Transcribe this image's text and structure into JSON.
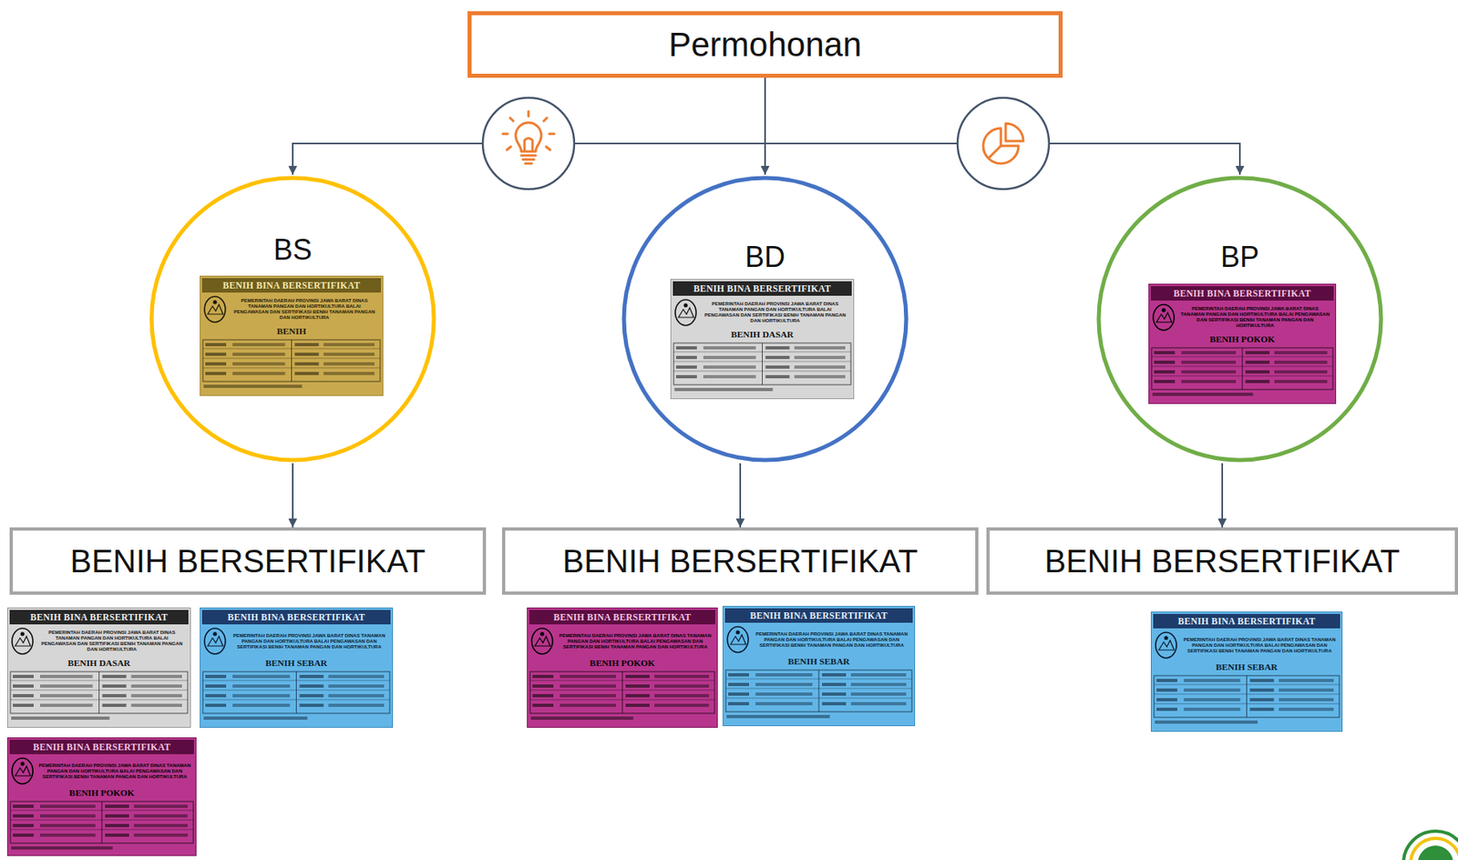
{
  "diagram": {
    "nodes": [
      {
        "text": [
          "Permohonan"
        ]
      },
      {
        "text": [
          "BS"
        ]
      },
      {
        "text": [
          "BENIH BINA BERSERTIFIKAT",
          "PEMERINTAH DAERAH PROVINSI JAWA BARAT DINAS TANAMAN PANGAN DAN HORTIKULTURA BALAI PENGAWASAN DAN SERTIFIKASI BENIH TANAMAN PANGAN DAN HORTIKULTURA",
          "BENIH"
        ],
        "in": 1
      },
      {
        "text": [
          "BD"
        ]
      },
      {
        "text": [
          "BENIH BINA BERSERTIFIKAT",
          "PEMERINTAH DAERAH PROVINSI JAWA BARAT DINAS TANAMAN PANGAN DAN HORTIKULTURA BALAI PENGAWASAN DAN SERTIFIKASI BENIH TANAMAN PANGAN DAN HORTIKULTURA",
          "BENIH DASAR"
        ],
        "in": 3
      },
      {
        "text": [
          "BP"
        ]
      },
      {
        "text": [
          "BENIH BINA BERSERTIFIKAT",
          "PEMERINTAH DAERAH PROVINSI JAWA BARAT DINAS TANAMAN PANGAN DAN HORTIKULTURA BALAI PENGAWASAN DAN SERTIFIKASI BENIH TANAMAN PANGAN DAN HORTIKULTURA",
          "BENIH POKOK"
        ],
        "in": 5
      },
      {
        "text": [
          "BENIH BERSERTIFIKAT"
        ]
      },
      {
        "text": [
          "BENIH BERSERTIFIKAT"
        ]
      },
      {
        "text": [
          "BENIH BERSERTIFIKAT"
        ]
      },
      {
        "text": [
          "BENIH BINA BERSERTIFIKAT",
          "PEMERINTAH DAERAH PROVINSI JAWA BARAT DINAS TANAMAN PANGAN DAN HORTIKULTURA BALAI PENGAWASAN DAN SERTIFIKASI BENIH TANAMAN PANGAN DAN HORTIKULTURA",
          "BENIH DASAR"
        ]
      },
      {
        "text": [
          "BENIH BINA BERSERTIFIKAT",
          "PEMERINTAH DAERAH PROVINSI JAWA BARAT DINAS TANAMAN PANGAN DAN HORTIKULTURA BALAI PENGAWASAN DAN SERTIFIKASI BENIH TANAMAN PANGAN DAN HORTIKULTURA",
          "BENIH SEBAR"
        ]
      },
      {
        "text": [
          "BENIH BINA BERSERTIFIKAT",
          "PEMERINTAH DAERAH PROVINSI JAWA BARAT DINAS TANAMAN PANGAN DAN HORTIKULTURA BALAI PENGAWASAN DAN SERTIFIKASI BENIH TANAMAN PANGAN DAN HORTIKULTURA",
          "BENIH POKOK"
        ]
      },
      {
        "text": [
          "BENIH BINA BERSERTIFIKAT",
          "PEMERINTAH DAERAH PROVINSI JAWA BARAT DINAS TANAMAN PANGAN DAN HORTIKULTURA BALAI PENGAWASAN DAN SERTIFIKASI BENIH TANAMAN PANGAN DAN HORTIKULTURA",
          "BENIH POKOK"
        ]
      },
      {
        "text": [
          "BENIH BINA BERSERTIFIKAT",
          "PEMERINTAH DAERAH PROVINSI JAWA BARAT DINAS TANAMAN PANGAN DAN HORTIKULTURA BALAI PENGAWASAN DAN SERTIFIKASI BENIH TANAMAN PANGAN DAN HORTIKULTURA",
          "BENIH SEBAR"
        ]
      },
      {
        "text": [
          "BENIH BINA BERSERTIFIKAT",
          "PEMERINTAH DAERAH PROVINSI JAWA BARAT DINAS TANAMAN PANGAN DAN HORTIKULTURA BALAI PENGAWASAN DAN SERTIFIKASI BENIH TANAMAN PANGAN DAN HORTIKULTURA",
          "BENIH SEBAR"
        ]
      }
    ],
    "edges": [
      {
        "from": 0,
        "to": 1,
        "arrow": "to"
      },
      {
        "from": 0,
        "to": 3,
        "arrow": "to"
      },
      {
        "from": 0,
        "to": 5,
        "arrow": "to"
      },
      {
        "from": 1,
        "to": 7,
        "arrow": "to"
      },
      {
        "from": 3,
        "to": 8,
        "arrow": "to"
      },
      {
        "from": 5,
        "to": 9,
        "arrow": "to"
      }
    ]
  }
}
